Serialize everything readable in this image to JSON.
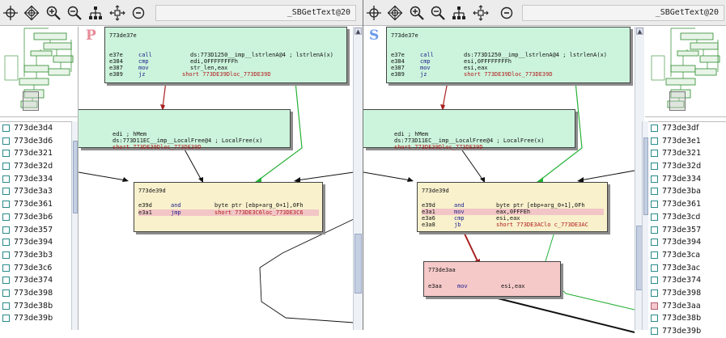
{
  "left": {
    "function_name": "_SBGetText@20",
    "letter": "P",
    "toolbar_icons": [
      "fit-graph-icon",
      "zoom-target-icon",
      "zoom-in-icon",
      "zoom-out-icon",
      "hierarchy-layout-icon",
      "center-arrows-icon",
      "circle-minus-icon"
    ],
    "addresses": [
      "773de3d4",
      "773de3d6",
      "773de321",
      "773de32d",
      "773de334",
      "773de3a3",
      "773de361",
      "773de3b6",
      "773de357",
      "773de394",
      "773de3b3",
      "773de3c6",
      "773de374",
      "773de398",
      "773de38b",
      "773de39b"
    ],
    "blocks": {
      "top": {
        "title": "773de37e",
        "lines": [
          {
            "addr": "e37e",
            "mn": "call",
            "op": "ds:773D1250__imp__lstrlenA@4 ; lstrlenA(x)"
          },
          {
            "addr": "e384",
            "mn": "cmp",
            "op": "edi,0FFFFFFFFh"
          },
          {
            "addr": "e387",
            "mn": "mov",
            "op": "str_len,eax"
          },
          {
            "addr": "e389",
            "mn": "jz",
            "op": "short  773DE39Dloc_773DE39D"
          }
        ]
      },
      "mid": {
        "lines": [
          {
            "op": "edi ; hMem"
          },
          {
            "op": "ds:773D11EC__imp__LocalFree@4 ; LocalFree(x)"
          },
          {
            "op": "short  773DE39Dloc_773DE39D"
          }
        ]
      },
      "join": {
        "title": "773de39d",
        "lines": [
          {
            "addr": "e39d",
            "mn": "and",
            "op": "byte ptr [ebp+arg_0+1],0Fh"
          },
          {
            "addr": "e3a1",
            "mn": "jmp",
            "op": "short  773DE3C6loc_773DE3C6",
            "hl": true
          }
        ]
      }
    }
  },
  "right": {
    "function_name": "_SBGetText@20",
    "letter": "S",
    "toolbar_icons": [
      "fit-graph-icon",
      "zoom-target-icon",
      "zoom-in-icon",
      "zoom-out-icon",
      "hierarchy-layout-icon",
      "center-arrows-icon",
      "circle-minus-icon"
    ],
    "addresses": [
      "773de3df",
      "773de3e1",
      "773de321",
      "773de32d",
      "773de334",
      "773de3ba",
      "773de361",
      "773de3cd",
      "773de357",
      "773de394",
      "773de3ca",
      "773de3ac",
      "773de374",
      "773de398",
      "773de3aa",
      "773de38b",
      "773de39b"
    ],
    "pink_address": "773de3aa",
    "blocks": {
      "top": {
        "title": "773de37e",
        "lines": [
          {
            "addr": "e37e",
            "mn": "call",
            "op": "ds:773D1250__imp__lstrlenA@4 ; lstrlenA(x)"
          },
          {
            "addr": "e384",
            "mn": "cmp",
            "op": "esi,0FFFFFFFFh"
          },
          {
            "addr": "e387",
            "mn": "mov",
            "op": "esi,eax"
          },
          {
            "addr": "e389",
            "mn": "jz",
            "op": "short  773DE39Dloc_773DE39D"
          }
        ]
      },
      "mid": {
        "lines": [
          {
            "op": "edi ; hMem"
          },
          {
            "op": "ds:773D11EC__imp__LocalFree@4 ; LocalFree(x)"
          },
          {
            "op": "short  773DE39Dloc_773DE39D"
          }
        ]
      },
      "join": {
        "title": "773de39d",
        "lines": [
          {
            "addr": "e39d",
            "mn": "and",
            "op": "byte ptr [ebp+arg_0+1],0Fh"
          },
          {
            "addr": "e3a1",
            "mn": "mov",
            "op": "eax,0FFFEh",
            "hl": true
          },
          {
            "addr": "e3a6",
            "mn": "cmp",
            "op": "esi,eax"
          },
          {
            "addr": "e3a8",
            "mn": "jb",
            "op": "short  773DE3AClo c_773DE3AC"
          }
        ]
      },
      "extra": {
        "title": "773de3aa",
        "lines": [
          {
            "addr": "e3aa",
            "mn": "mov",
            "op": "esi,eax"
          }
        ]
      }
    }
  },
  "colors": {
    "green_block": "#ccf4dc",
    "yellow_block": "#f8f1cc",
    "pink_block": "#f6c9c9",
    "red_edge": "#a82020",
    "green_edge": "#26b036",
    "black_edge": "#111111"
  }
}
